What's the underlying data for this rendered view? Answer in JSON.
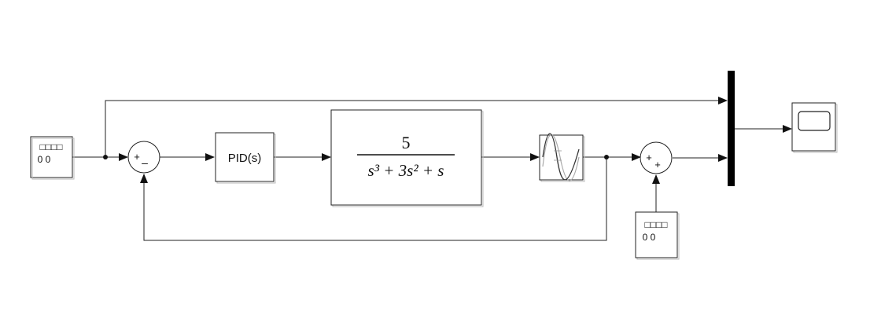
{
  "blocks": {
    "signal_builder_1": {
      "top": "□□□□",
      "bottom": "0 0"
    },
    "signal_builder_2": {
      "top": "□□□□",
      "bottom": "0 0"
    },
    "sum_1": {
      "signs": [
        "+",
        "–"
      ]
    },
    "pid": {
      "label": "PID(s)"
    },
    "transfer_fcn": {
      "numerator": "5",
      "denominator": "s³ + 3s² + s"
    },
    "sum_2": {
      "signs": [
        "+",
        "+"
      ]
    }
  },
  "icons": {
    "signal_builder": "signal-builder-icon",
    "sum": "sum-junction-icon",
    "transport": "transport-delay-icon",
    "mux": "mux-bar-icon",
    "scope": "scope-icon"
  },
  "colors": {
    "line": "#222222",
    "block_border": "#222222",
    "mux": "#000000",
    "sine": "#333333",
    "sine_faint": "#aaaaaa"
  }
}
